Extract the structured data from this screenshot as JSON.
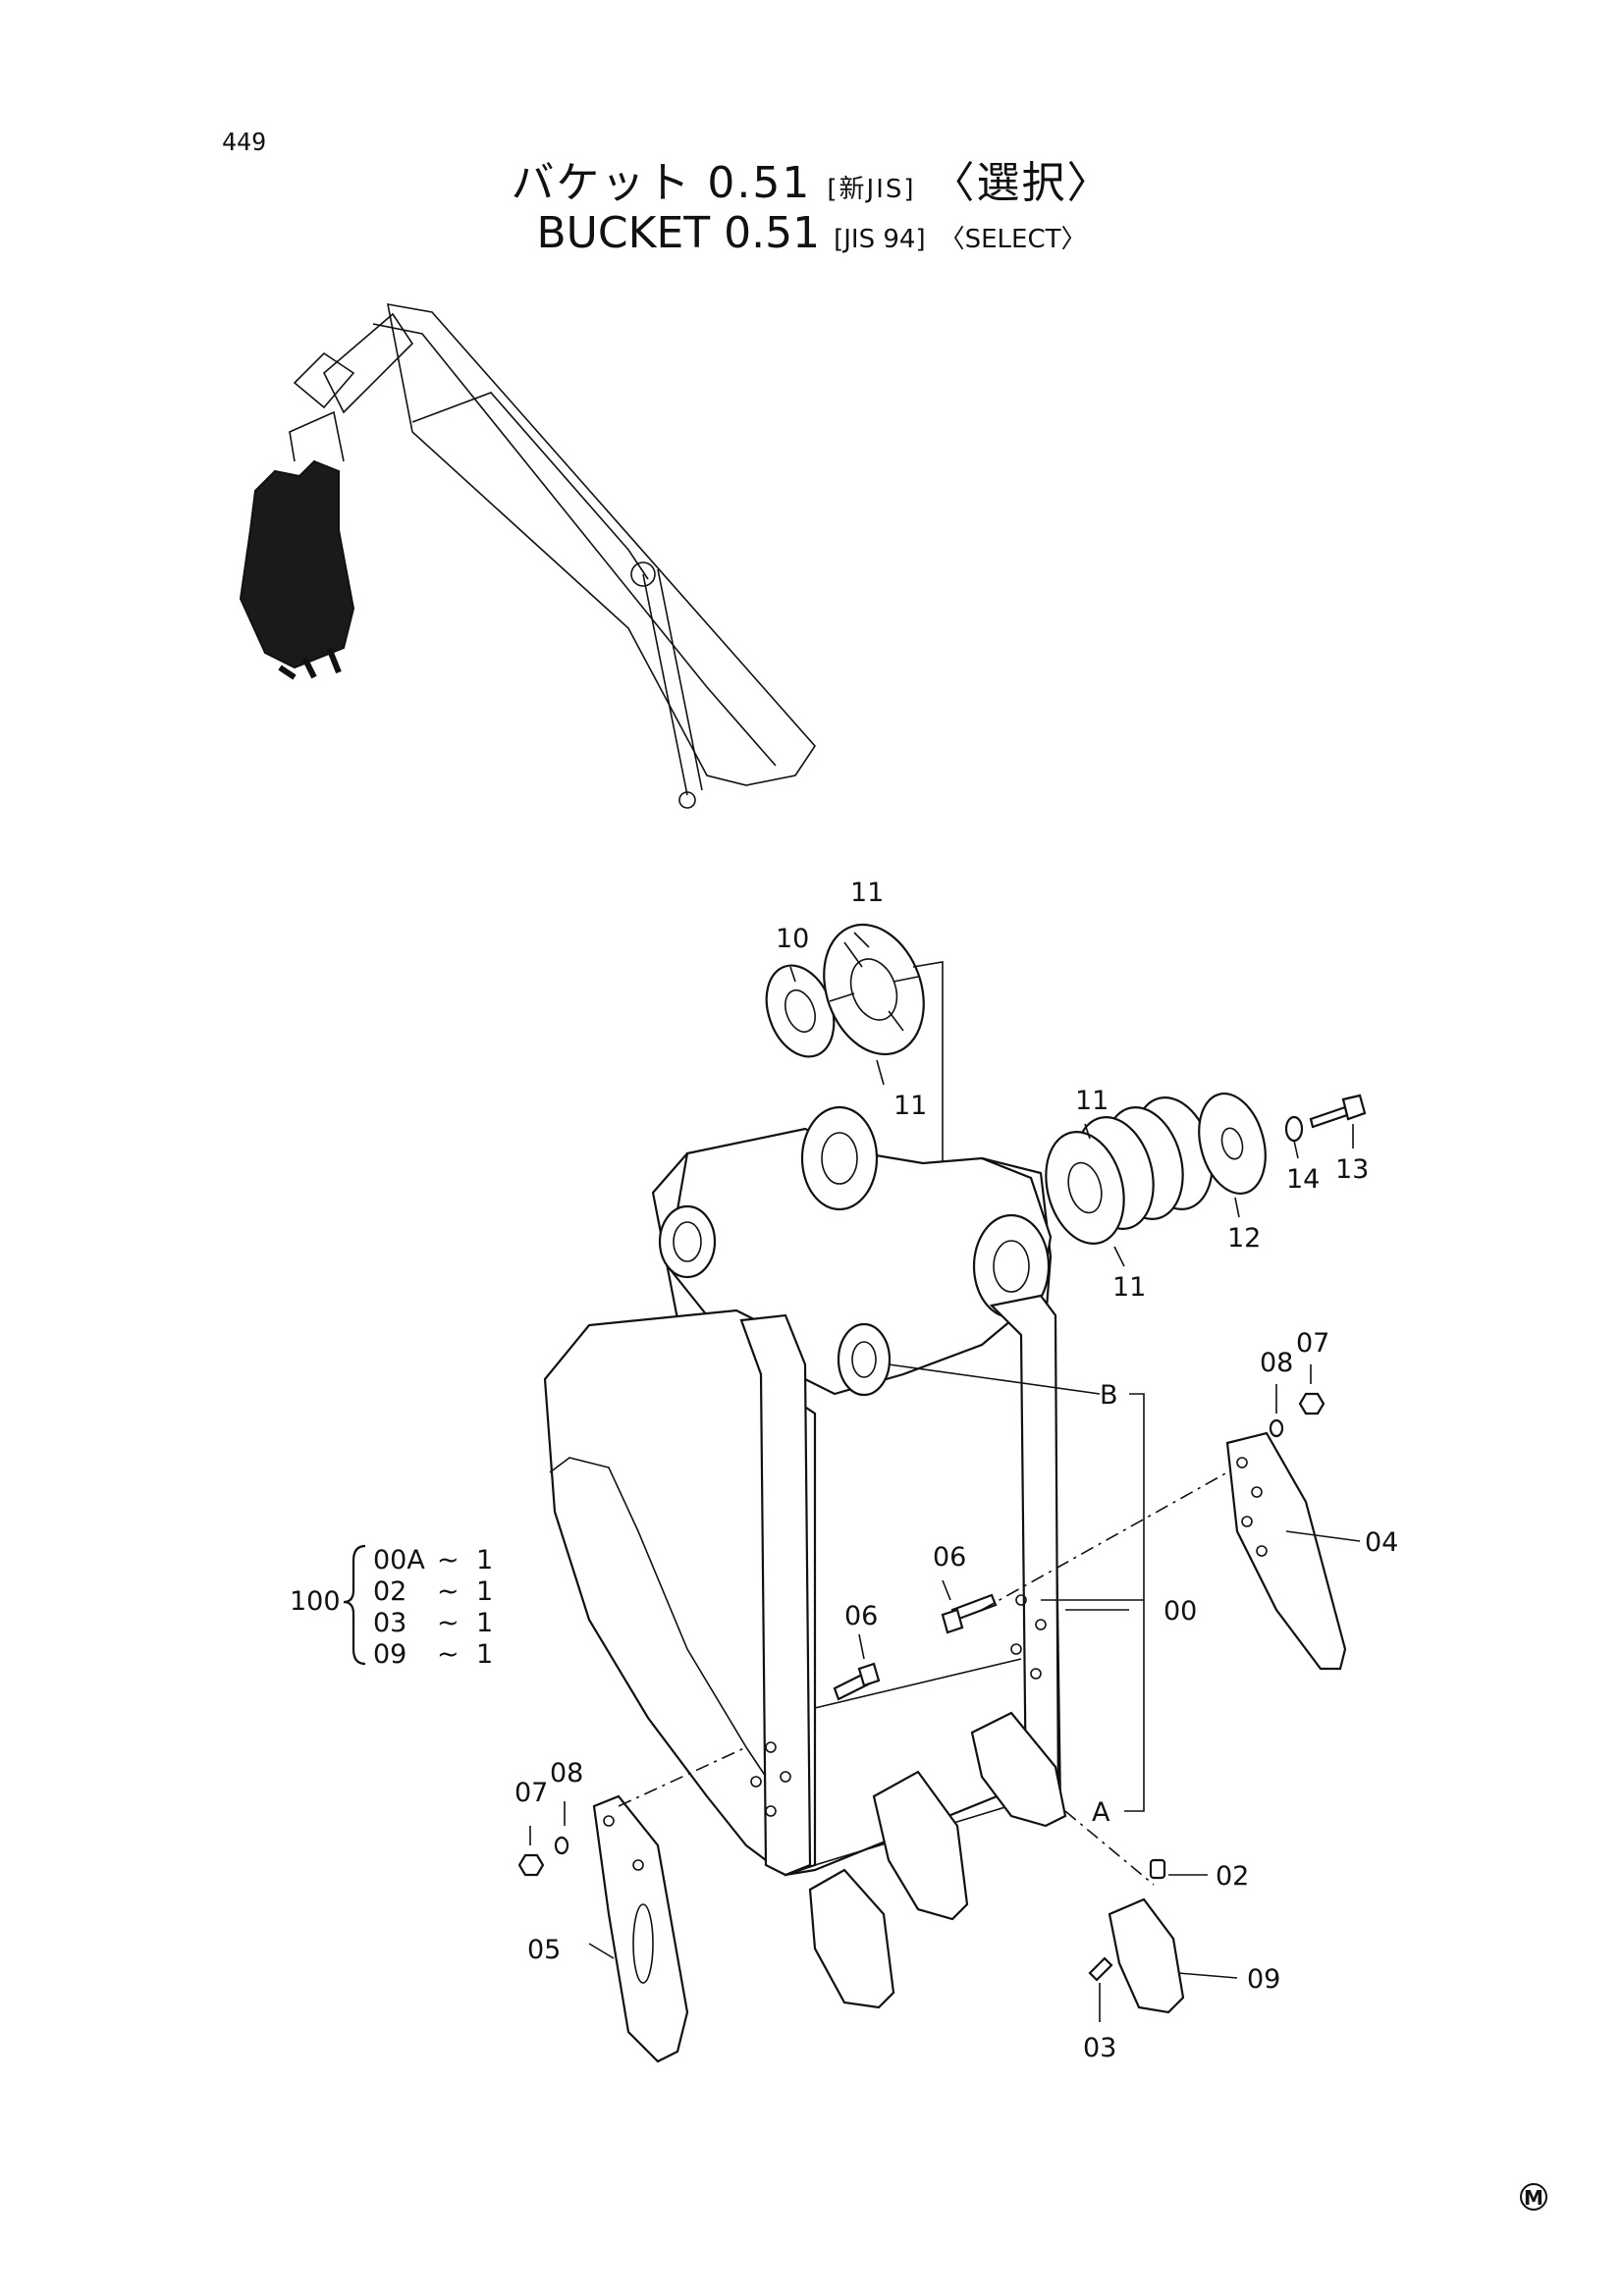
{
  "page": {
    "number": "449"
  },
  "title": {
    "ja_main": "バケット 0.51",
    "ja_tag": "[新JIS]",
    "ja_sel": "〈選択〉",
    "en_main": "BUCKET  0.51",
    "en_tag": "[JIS 94]",
    "en_sel": "〈SELECT〉"
  },
  "callouts": {
    "c00": "00",
    "c02": "02",
    "c03": "03",
    "c04": "04",
    "c05": "05",
    "c06a": "06",
    "c06b": "06",
    "c07a": "07",
    "c07b": "07",
    "c08a": "08",
    "c08b": "08",
    "c09": "09",
    "c10": "10",
    "c11a": "11",
    "c11b": "11",
    "c11c": "11",
    "c11d": "11",
    "c12": "12",
    "c13": "13",
    "c14": "14",
    "refA": "A",
    "refB": "B"
  },
  "assembly": {
    "id": "100",
    "rows": [
      {
        "part": "00A",
        "sep": "~",
        "qty": "1"
      },
      {
        "part": "02",
        "sep": "~",
        "qty": "1"
      },
      {
        "part": "03",
        "sep": "~",
        "qty": "1"
      },
      {
        "part": "09",
        "sep": "~",
        "qty": "1"
      }
    ]
  },
  "mark": "M"
}
